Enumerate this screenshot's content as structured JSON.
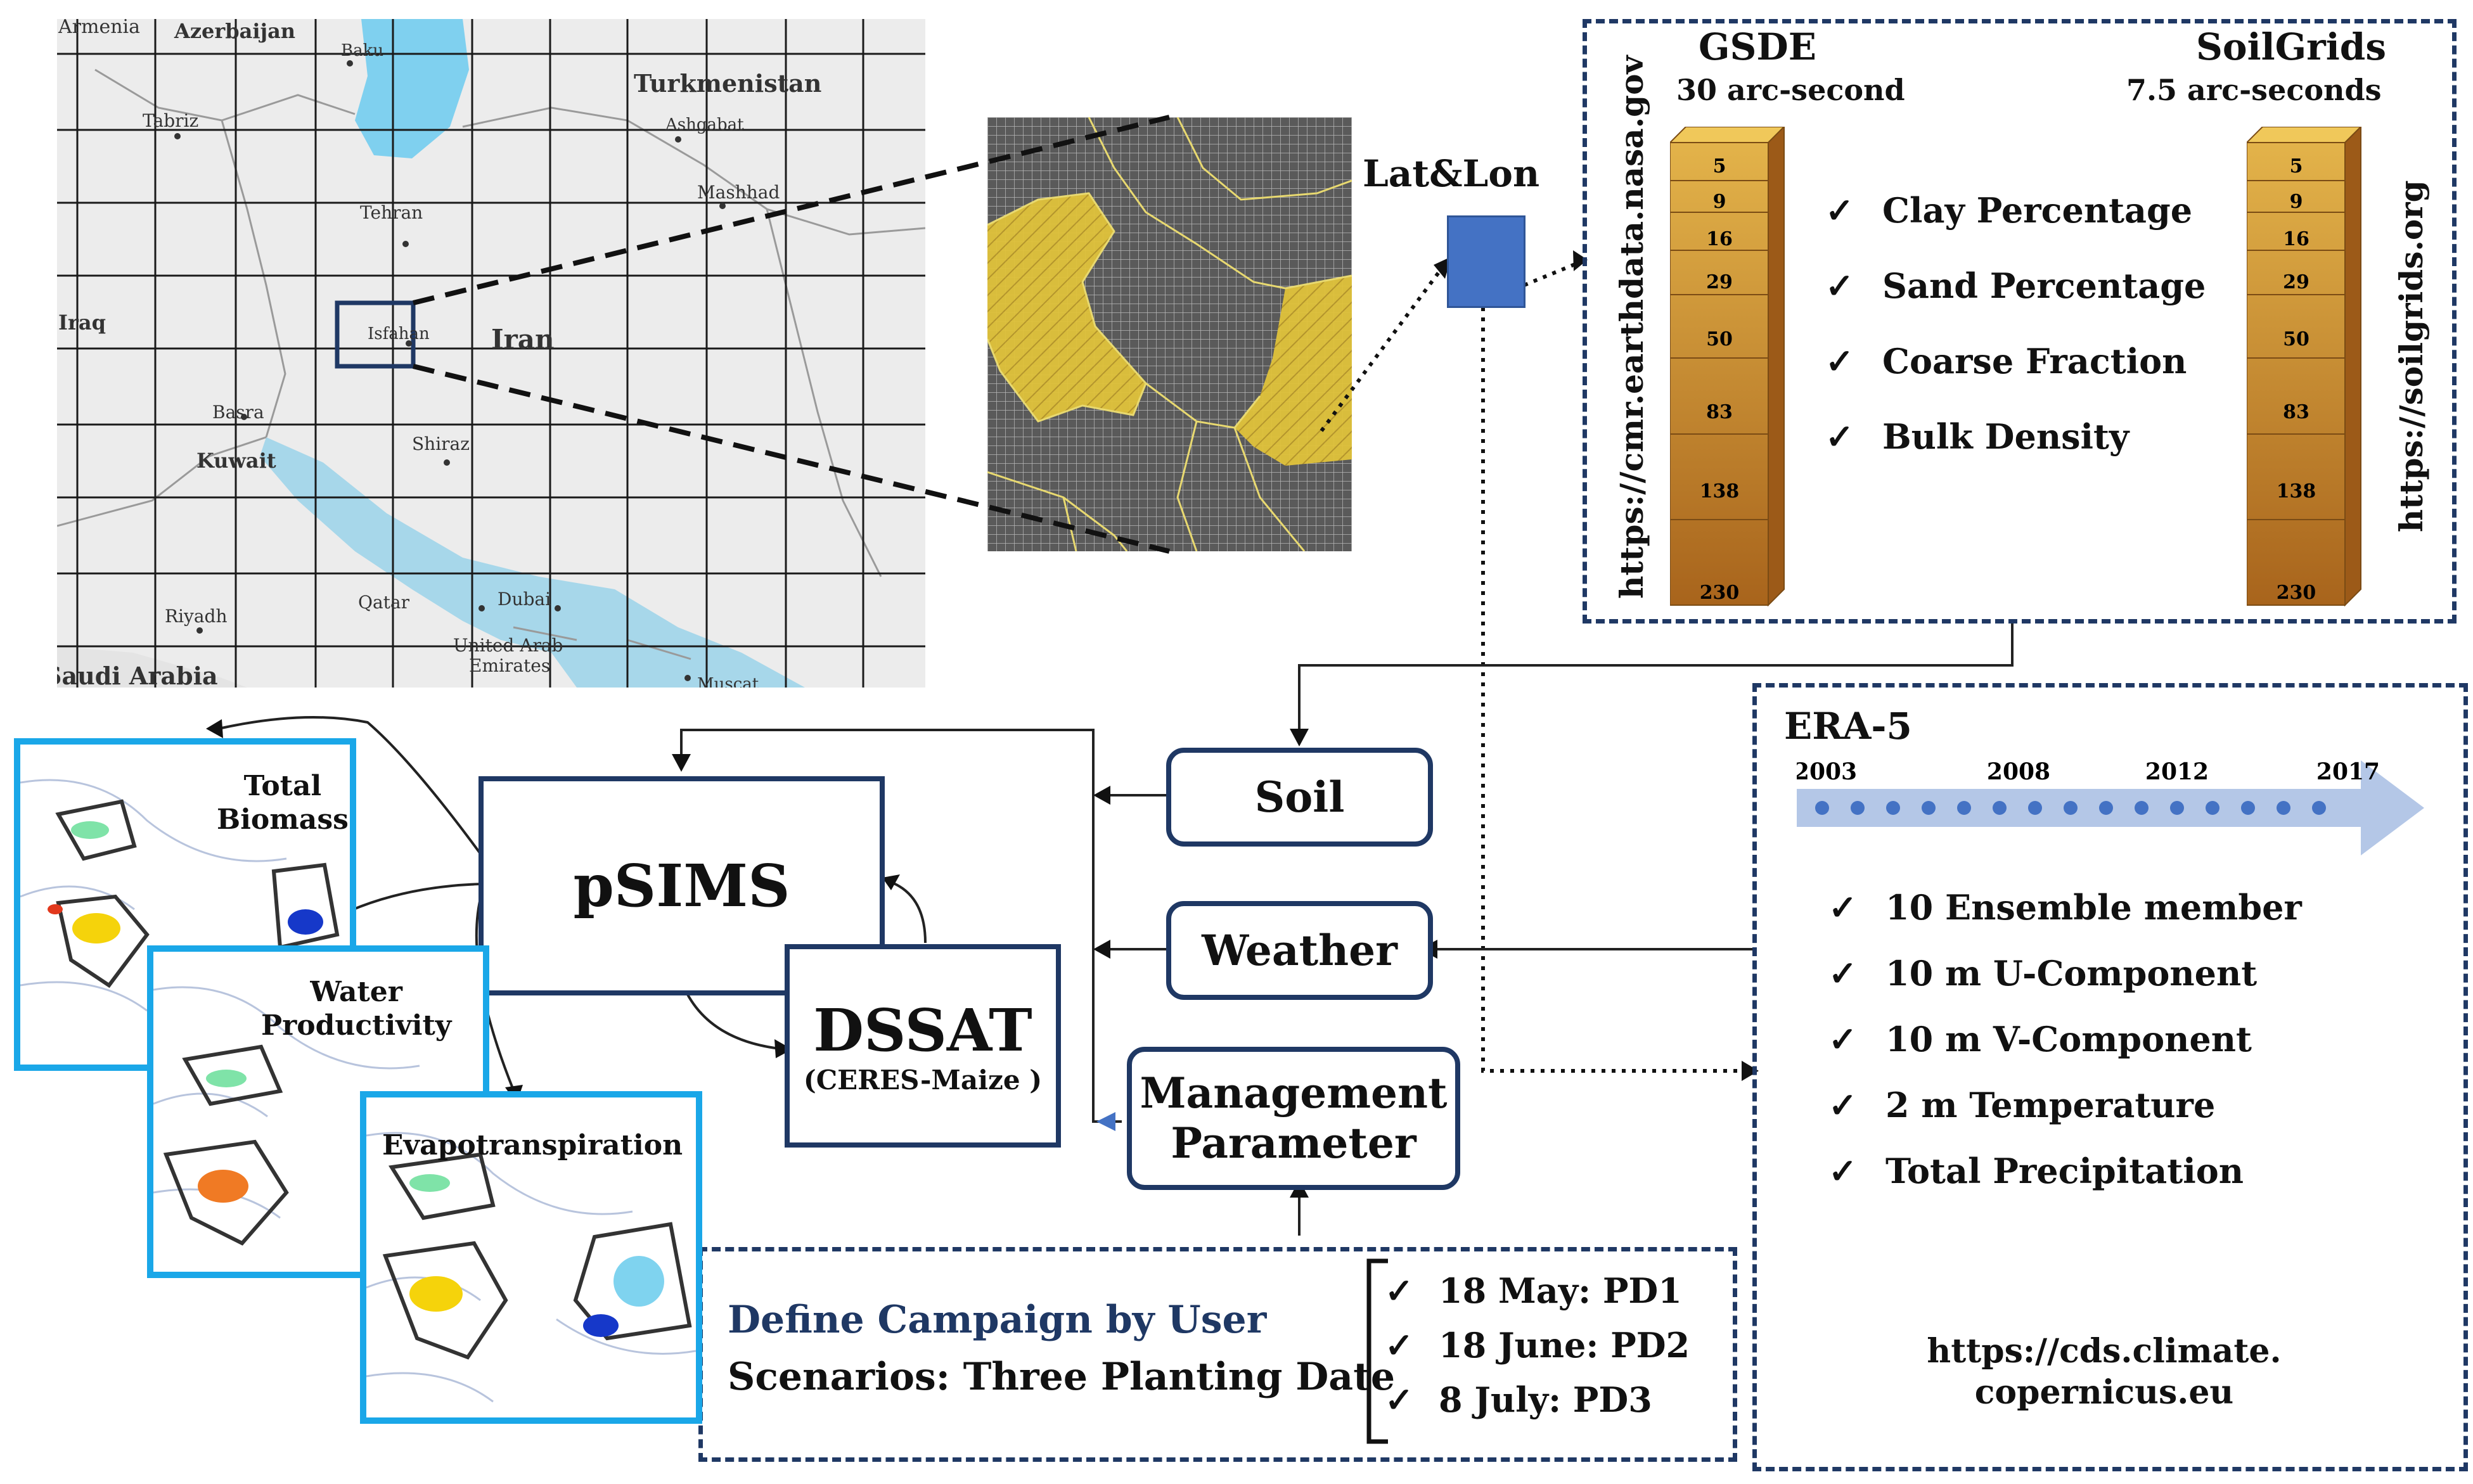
{
  "map": {
    "labels": [
      "Armenia",
      "Azerbaijan",
      "Baku",
      "Turkmenistan",
      "Tabriz",
      "Ashgabat",
      "Tehran",
      "Mashhad",
      "Iraq",
      "Isfahan",
      "Iran",
      "Basra",
      "Kuwait",
      "Shiraz",
      "Riyadh",
      "Qatar",
      "Dubai",
      "United Arab",
      "Emirates",
      "Saudi Arabia",
      "Muscat"
    ]
  },
  "node": {
    "label": "Lat&Lon",
    "color": "#4472c4"
  },
  "soil_sources": {
    "gsde": {
      "title": "GSDE",
      "resolution": "30 arc-second",
      "url": "https://cmr.earthdata.nasa.gov"
    },
    "soilgrids": {
      "title": "SoilGrids",
      "resolution": "7.5 arc-seconds",
      "url": "https://soilgrids.org"
    },
    "depths": [
      "5",
      "9",
      "16",
      "29",
      "50",
      "83",
      "138",
      "230"
    ],
    "properties": [
      "Clay Percentage",
      "Sand Percentage",
      "Coarse Fraction",
      "Bulk Density"
    ]
  },
  "era5": {
    "title": "ERA-5",
    "years": [
      "2003",
      "2008",
      "2012",
      "2017"
    ],
    "variables": [
      "10 Ensemble member",
      "10 m U-Component",
      "10 m V-Component",
      "2 m Temperature",
      "Total Precipitation"
    ],
    "url_line1": "https://cds.climate.",
    "url_line2": "copernicus.eu"
  },
  "inputs": {
    "soil": "Soil",
    "weather": "Weather",
    "management_line1": "Management",
    "management_line2": "Parameter"
  },
  "psims": "pSIMS",
  "dssat": {
    "title": "DSSAT",
    "subtitle": "(CERES-Maize )"
  },
  "campaign": {
    "title": "Define Campaign by User",
    "scenarios": "Scenarios: Three Planting Date",
    "dates": [
      "18 May: PD1",
      "18 June: PD2",
      "8 July: PD3"
    ]
  },
  "outputs": {
    "total_biomass_line1": "Total",
    "total_biomass_line2": "Biomass",
    "water_productivity_line1": "Water",
    "water_productivity_line2": "Productivity",
    "evapotranspiration": "Evapotranspiration"
  },
  "check_symbol": "✓",
  "colors": {
    "frame": "#1f3864",
    "panel_border": "#1aa7e8",
    "timeline": "#b4c7e7",
    "soil_column": "#c8882a"
  }
}
